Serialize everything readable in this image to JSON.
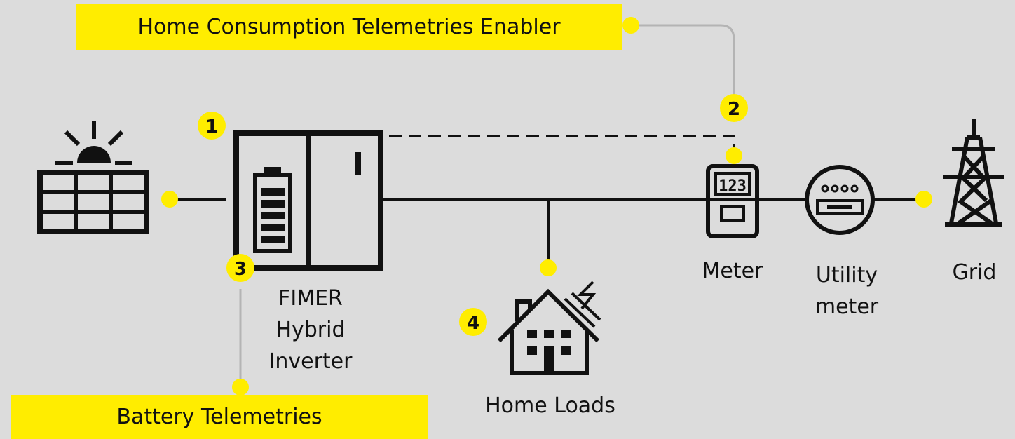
{
  "banners": {
    "home_consumption": "Home Consumption Telemetries Enabler",
    "battery": "Battery Telemetries"
  },
  "badges": {
    "b1": "1",
    "b2": "2",
    "b3": "3",
    "b4": "4"
  },
  "labels": {
    "inverter_line1": "FIMER",
    "inverter_line2": "Hybrid",
    "inverter_line3": "Inverter",
    "home_loads": "Home Loads",
    "meter": "Meter",
    "meter_display": "123",
    "utility_line1": "Utility",
    "utility_line2": "meter",
    "grid": "Grid"
  },
  "icons": [
    "sun-solar-panel-icon",
    "battery-icon",
    "house-icon",
    "meter-icon",
    "utility-meter-icon",
    "pylon-icon"
  ],
  "colors": {
    "accent": "#ffed00",
    "background": "#dcdcdc",
    "line": "#111111",
    "connector": "#b4b4b4"
  }
}
